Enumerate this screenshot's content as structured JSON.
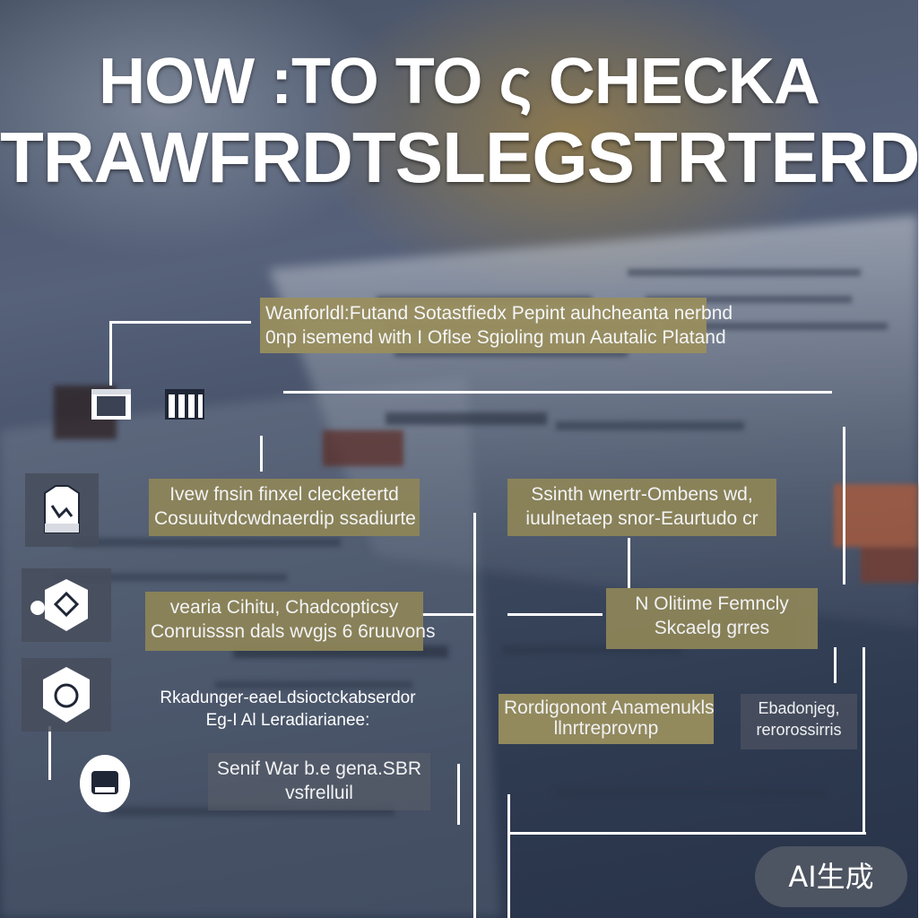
{
  "title": {
    "line1": "HOW :TO TO ς CHECKA",
    "line2": "TRAWFRDTSLEGSTRTERD"
  },
  "boxes": {
    "top": {
      "line1": "Wanforldl:Futand Sotastfiedx Pepint auhcheanta nerbnd",
      "line2": "0np isemend with I Oflse Sgioling mun Aautalic Platand"
    },
    "left1": {
      "line1": "Ivew fnsin finxel clecketertd",
      "line2": "Cosuuitvdcwdnaerdip ssadiurte"
    },
    "left2": {
      "line1": "vearia Cihitu, Chadcopticsy",
      "line2": "Conruisssn dals wvgjs 6 6ruuvons"
    },
    "left3": {
      "line1": "Rkadunger-eaeLdsioctckabserdor",
      "line2": "Eg-I Al Leradiarianee:"
    },
    "left4": {
      "line1": "Senif War b.e gena.SBR",
      "line2": "vsfrelluil"
    },
    "mid1": {
      "line1": "Ssinth wnertr-Ombens wd,",
      "line2": "iuulnetaep snor-Eaurtudo cr"
    },
    "mid2": {
      "line1": "N Olitime Femncly",
      "line2": "Skcaelg grres"
    },
    "bot1": {
      "line1": "Rordigonont Anamenukls",
      "line2": "llnrtreprovnp"
    },
    "bot2": {
      "line1": "Ebadonjeg,",
      "line2": "rerorossirris"
    }
  },
  "watermark": "AI生成",
  "colors": {
    "box_fill": "#8e8558",
    "line": "#ffffff",
    "background": "#3e4a60"
  },
  "icons": [
    "document-icon",
    "chart-icon",
    "jacket-icon",
    "hexagon-chat-icon",
    "hexagon-ring-icon",
    "robot-icon"
  ]
}
